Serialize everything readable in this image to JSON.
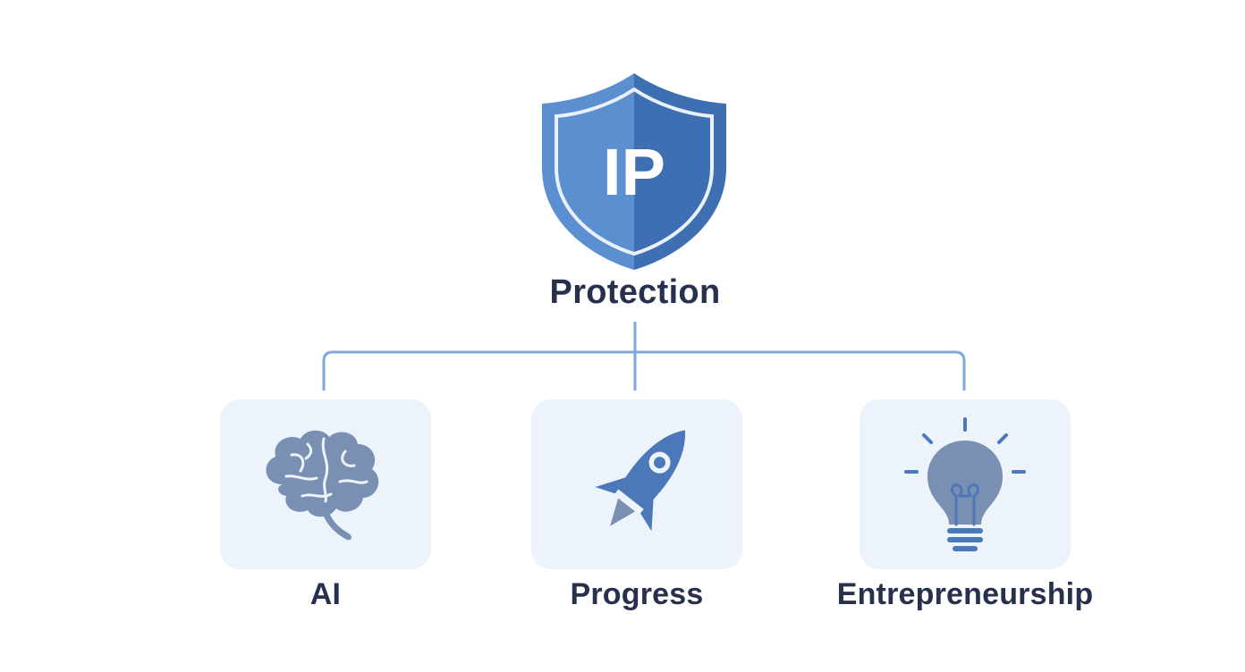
{
  "diagram": {
    "root": {
      "badge_text": "IP",
      "label": "Protection",
      "icon": "shield-icon"
    },
    "children": [
      {
        "label": "AI",
        "icon": "brain-icon"
      },
      {
        "label": "Progress",
        "icon": "rocket-icon"
      },
      {
        "label": "Entrepreneurship",
        "icon": "lightbulb-icon"
      }
    ]
  },
  "colors": {
    "shield_light": "#5b8fd0",
    "shield_dark": "#3f6fb3",
    "connector": "#7fa9d8",
    "card_bg": "#edf3fb",
    "icon_blue": "#4a78b8",
    "icon_grey": "#7a90b3",
    "text": "#27314e"
  }
}
